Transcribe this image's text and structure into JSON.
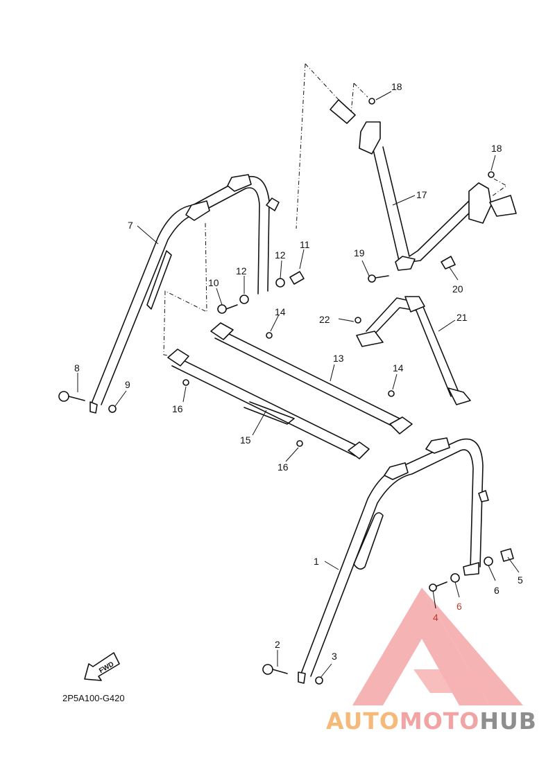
{
  "diagram": {
    "reference_code": "2P5A100-G420",
    "fwd_label": "FWD",
    "callouts": {
      "c1": "1",
      "c2": "2",
      "c3": "3",
      "c4": "4",
      "c5": "5",
      "c6a": "6",
      "c6b": "6",
      "c7": "7",
      "c8": "8",
      "c9": "9",
      "c10": "10",
      "c11": "11",
      "c12a": "12",
      "c12b": "12",
      "c13": "13",
      "c14a": "14",
      "c14b": "14",
      "c15": "15",
      "c16a": "16",
      "c16b": "16",
      "c17": "17",
      "c18a": "18",
      "c18b": "18",
      "c19": "19",
      "c20": "20",
      "c21": "21",
      "c22": "22"
    }
  },
  "watermark": {
    "brand_part1": "AUTO",
    "brand_part2": "MOTO",
    "brand_part3": "HUB",
    "colors": {
      "part1": "#f5b97a",
      "part2": "#f2a3a3",
      "part3": "#8e8e8e",
      "logo": "#f49a9a"
    }
  }
}
